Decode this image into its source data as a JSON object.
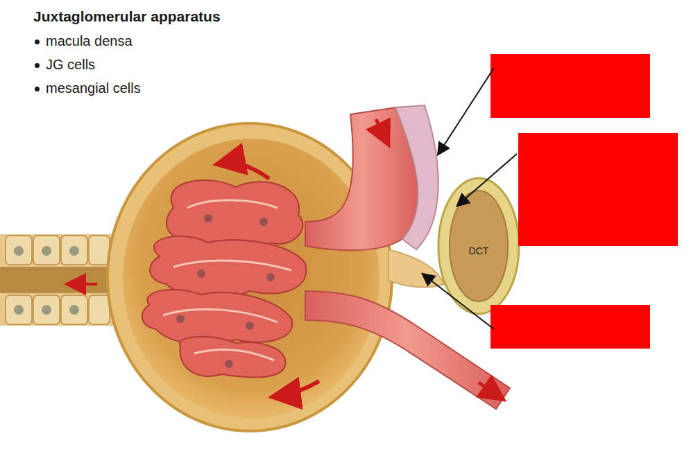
{
  "diagram": {
    "title": "Juxtaglomerular apparatus",
    "labels": [
      "macula densa",
      "JG cells",
      "mesangial cells",
      "DCT"
    ]
  }
}
